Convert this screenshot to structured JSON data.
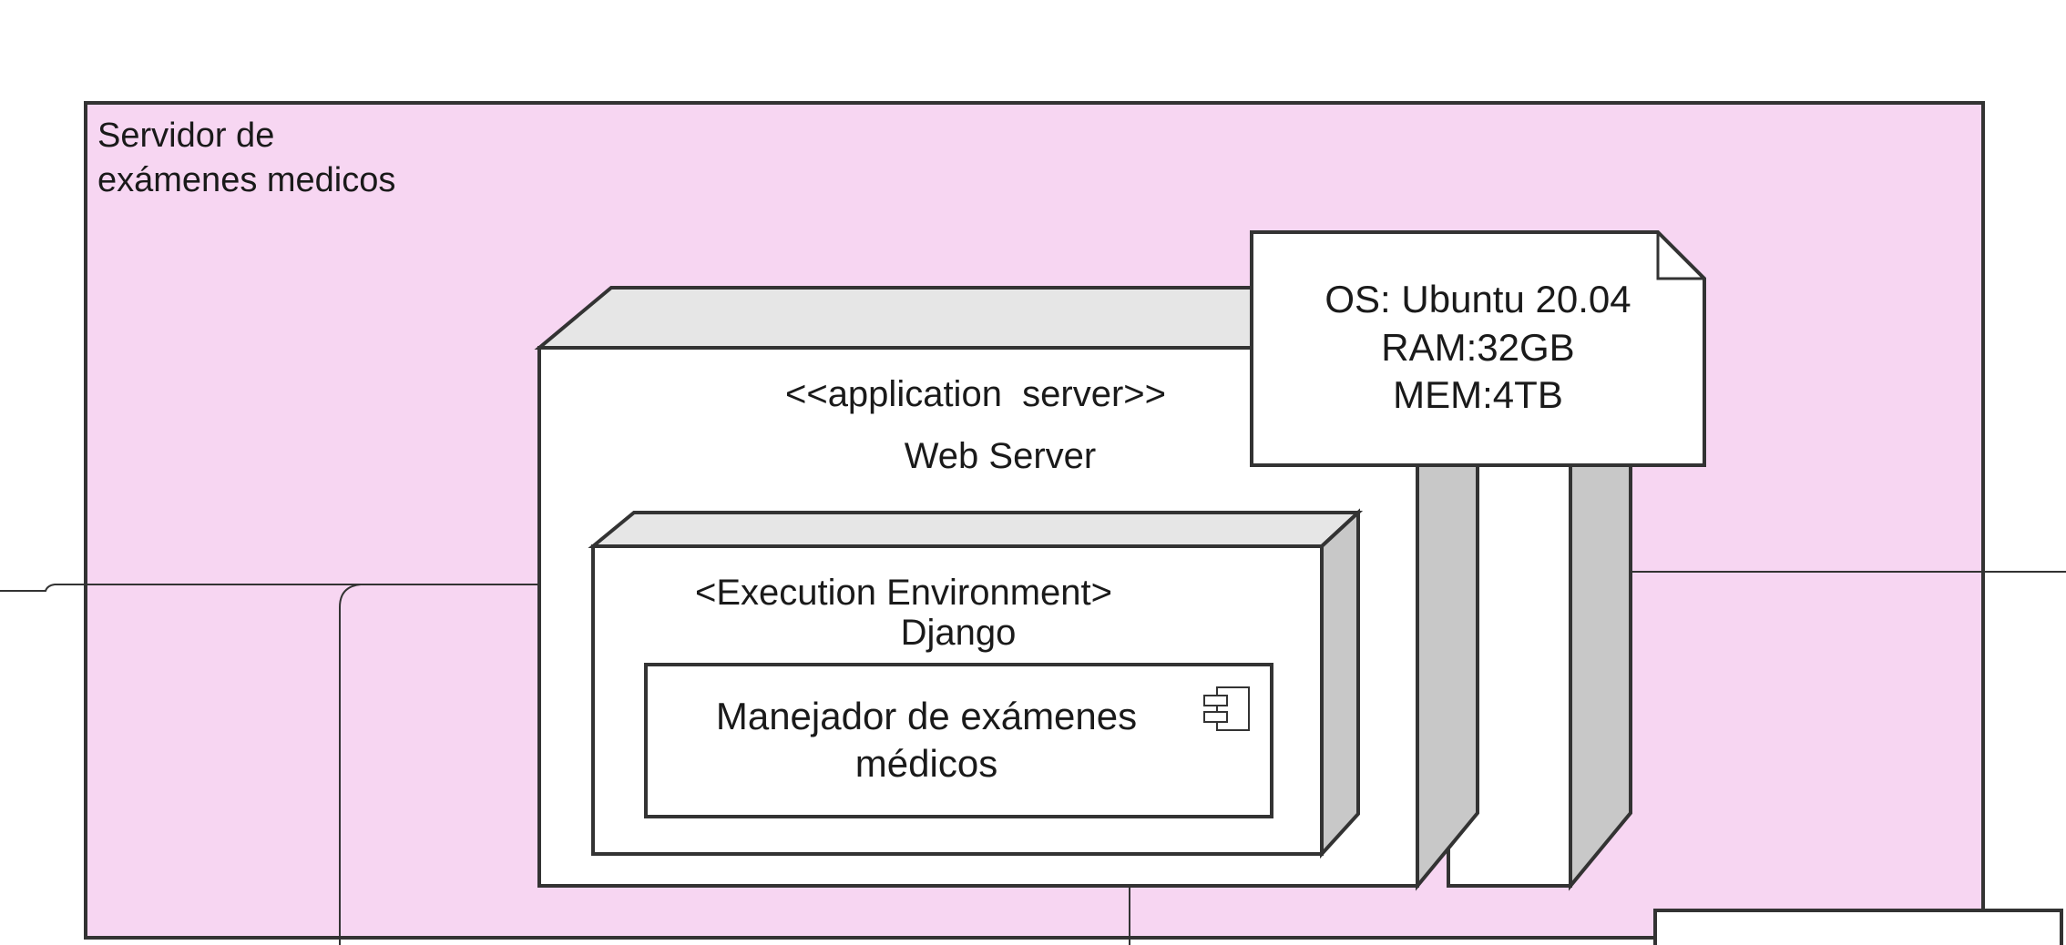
{
  "diagram": {
    "outer_container": {
      "line1": "Servidor de",
      "line2": "exámenes medicos"
    },
    "app_server": {
      "stereotype": "<<application  server>>",
      "name": "Web Server"
    },
    "exec_env": {
      "stereotype": "<Execution Environment>",
      "name": "Django"
    },
    "component": {
      "line1": "Manejador de exámenes",
      "line2": "médicos"
    },
    "note": {
      "line1": "OS: Ubuntu 20.04",
      "line2": "RAM:32GB",
      "line3": "MEM:4TB"
    }
  },
  "colors": {
    "container_fill": "#f7d6f2",
    "stroke": "#333333",
    "node_top": "#e6e6e6",
    "node_side": "#c8c8c8",
    "white": "#ffffff"
  },
  "icons": {
    "component": "component-icon"
  }
}
